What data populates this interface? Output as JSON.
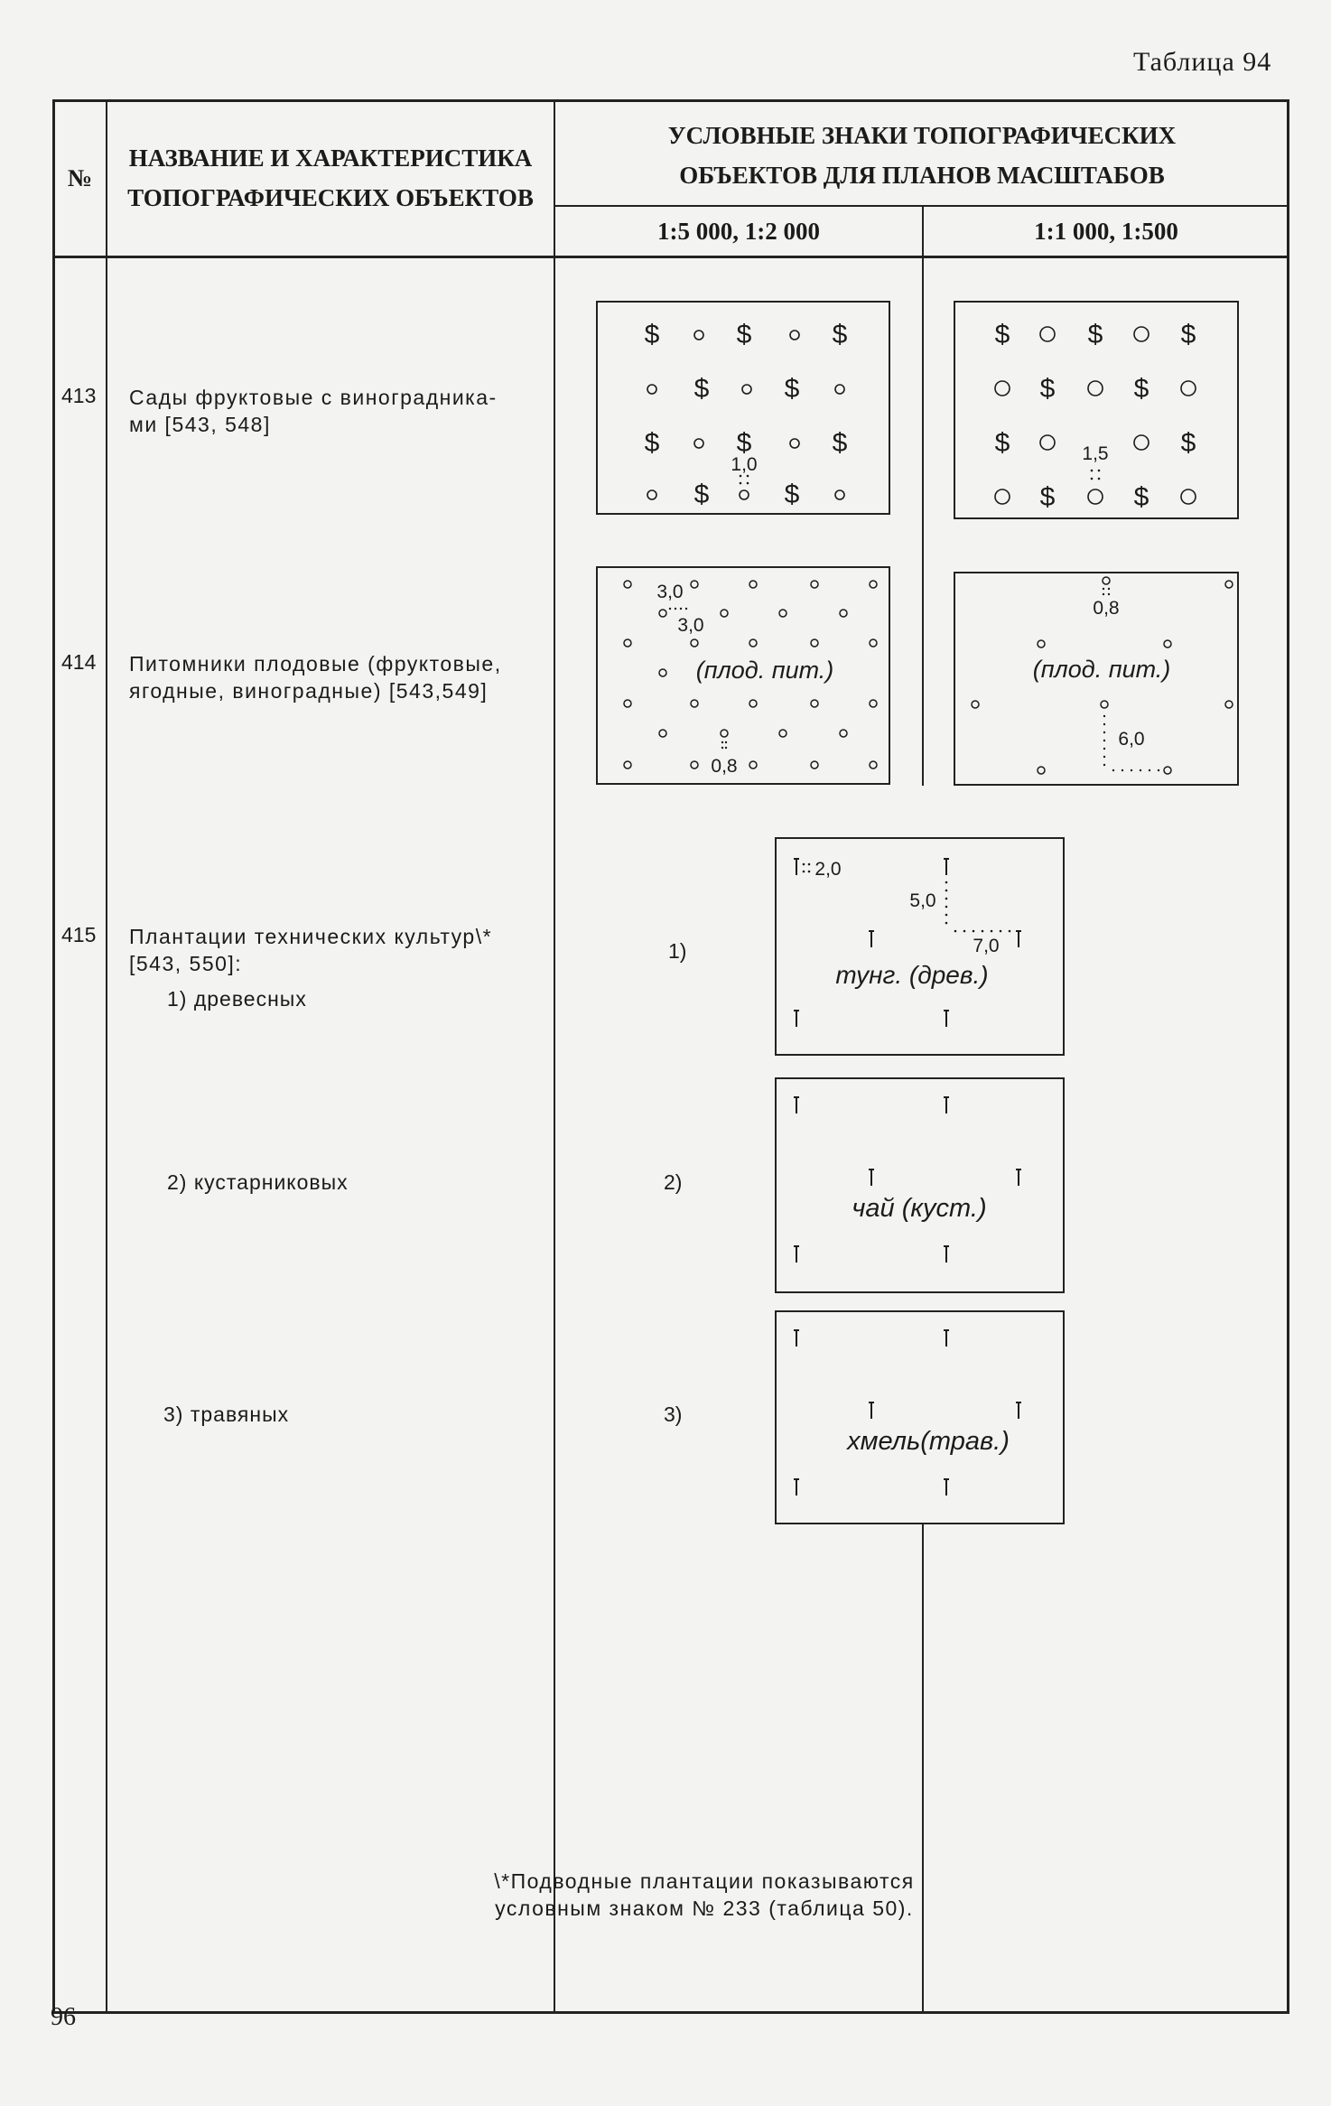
{
  "table_label": "Таблица 94",
  "page_number": "96",
  "header": {
    "num": "№",
    "name_line1": "НАЗВАНИЕ И ХАРАКТЕРИСТИКА",
    "name_line2": "ТОПОГРАФИЧЕСКИХ ОБЪЕКТОВ",
    "signs_line1": "УСЛОВНЫЕ ЗНАКИ ТОПОГРАФИЧЕСКИХ",
    "signs_line2": "ОБЪЕКТОВ ДЛЯ ПЛАНОВ МАСШТАБОВ",
    "scale_a": "1:5 000, 1:2 000",
    "scale_b": "1:1 000, 1:500"
  },
  "rows": [
    {
      "num": "413",
      "line1": "Сады фруктовые с виноградника-",
      "line2": "ми [543, 548]",
      "sign_a": {
        "dim": "1,0"
      },
      "sign_b": {
        "dim": "1,5"
      }
    },
    {
      "num": "414",
      "line1": "Питомники плодовые (фруктовые,",
      "line2": "ягодные, виноградные) [543,549]",
      "sign_a": {
        "dim1": "3,0",
        "dim2": "3,0",
        "label": "(плод. пит.)",
        "dim3": "0,8"
      },
      "sign_b": {
        "dim1": "0,8",
        "label": "(плод. пит.)",
        "dim2": "6,0"
      }
    },
    {
      "num": "415",
      "line1": "Плантации технических культур\\*",
      "line2": "[543, 550]:",
      "subitems": [
        {
          "label": "1) древесных",
          "marker": "1)",
          "sign_label": "тунг. (древ.)",
          "dims": [
            "2,0",
            "5,0",
            "7,0"
          ]
        },
        {
          "label": "2) кустарниковых",
          "marker": "2)",
          "sign_label": "чай (куст.)"
        },
        {
          "label": "3) травяных",
          "marker": "3)",
          "sign_label": "хмель(трав.)"
        }
      ]
    }
  ],
  "footnote": {
    "line1": "\\*Подводные плантации показываются",
    "line2": "условным знаком № 233 (таблица 50)."
  },
  "icons": {
    "dollar_symbol": "$",
    "stake_symbol": "ſ"
  }
}
